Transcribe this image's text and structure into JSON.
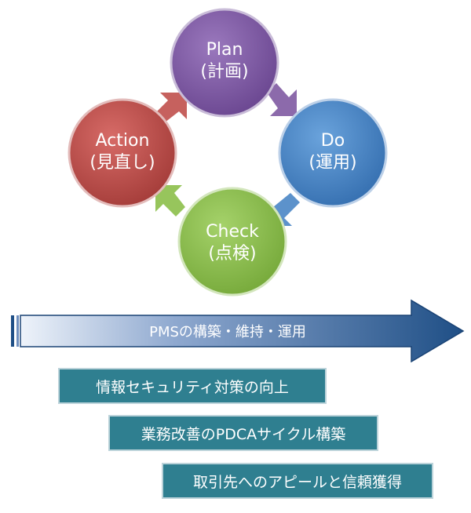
{
  "diagram": {
    "nodes": [
      {
        "id": "plan",
        "name": "Plan",
        "sub": "(計画)",
        "color": "#7f5aa2"
      },
      {
        "id": "do",
        "name": "Do",
        "sub": "(運用)",
        "color": "#4a86c5"
      },
      {
        "id": "check",
        "name": "Check",
        "sub": "(点検)",
        "color": "#8cbf4a"
      },
      {
        "id": "action",
        "name": "Action",
        "sub": "(見直し)",
        "color": "#c0504d"
      }
    ],
    "banner": {
      "label": "PMSの構築・維持・運用",
      "color_start": "#e3ebf6",
      "color_end": "#1f4f86"
    },
    "benefits": [
      {
        "label": "情報セキュリティ対策の向上"
      },
      {
        "label": "業務改善のPDCAサイクル構築"
      },
      {
        "label": "取引先へのアピールと信頼獲得"
      }
    ],
    "accent": "#2f7f90"
  }
}
